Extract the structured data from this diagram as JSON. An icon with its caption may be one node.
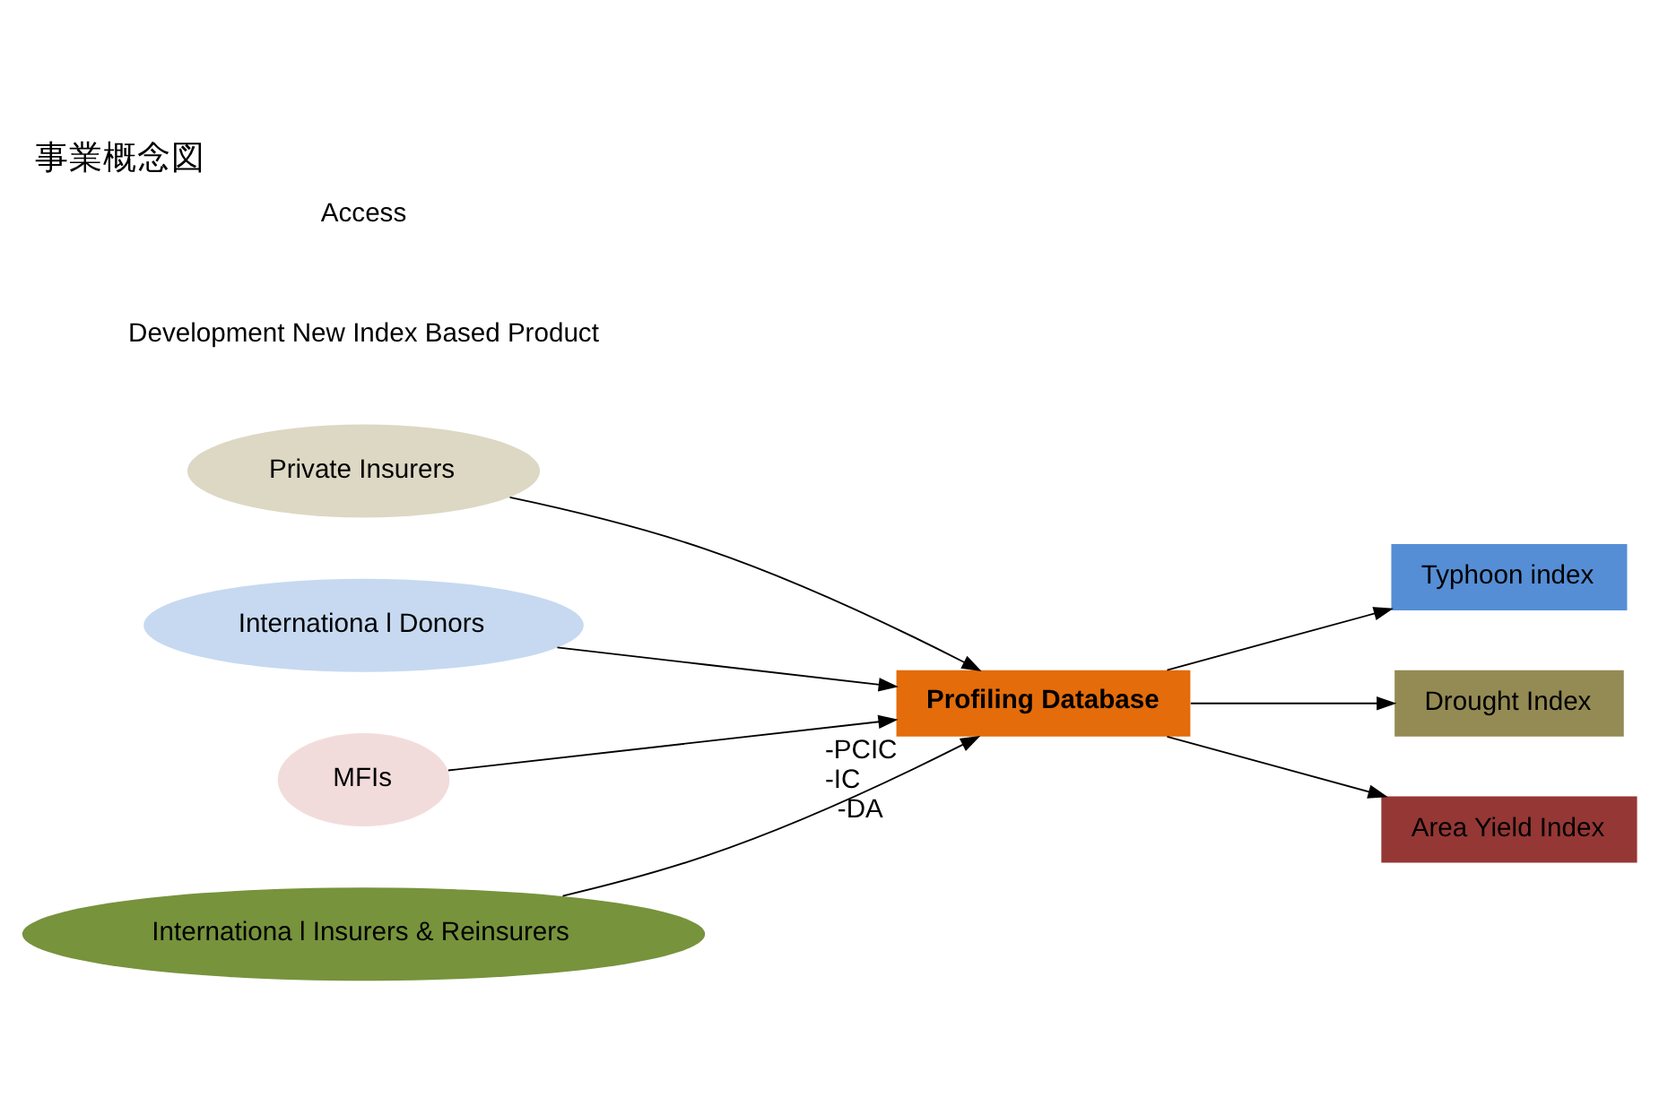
{
  "diagram": {
    "title": "事業概念図",
    "nodes": [
      {
        "text": [
          "Private Insurers"
        ]
      },
      {
        "text": [
          "Internationa l Donors"
        ]
      },
      {
        "text": [
          "MFIs"
        ]
      },
      {
        "text": [
          "Internationa l Insurers & Reinsurers"
        ]
      },
      {
        "text": [
          "Profiling Database"
        ],
        "beside": [
          "-PCIC",
          "-IC",
          "-DA"
        ]
      },
      {
        "text": [
          "Typhoon index"
        ]
      },
      {
        "text": [
          "Drought Index"
        ]
      },
      {
        "text": [
          "Area Yield Index"
        ]
      }
    ],
    "edges": [
      {
        "from": 0,
        "to": 4,
        "arrow": "to"
      },
      {
        "from": 1,
        "to": 4,
        "arrow": "to"
      },
      {
        "from": 2,
        "to": 4,
        "arrow": "to"
      },
      {
        "from": 3,
        "to": 4,
        "arrow": "to"
      },
      {
        "from": 4,
        "to": 5,
        "arrow": "to"
      },
      {
        "from": 4,
        "to": 6,
        "arrow": "to"
      },
      {
        "from": 4,
        "to": 7,
        "arrow": "to"
      }
    ],
    "labels": [
      "Development New Index Based Product",
      "Access"
    ]
  }
}
